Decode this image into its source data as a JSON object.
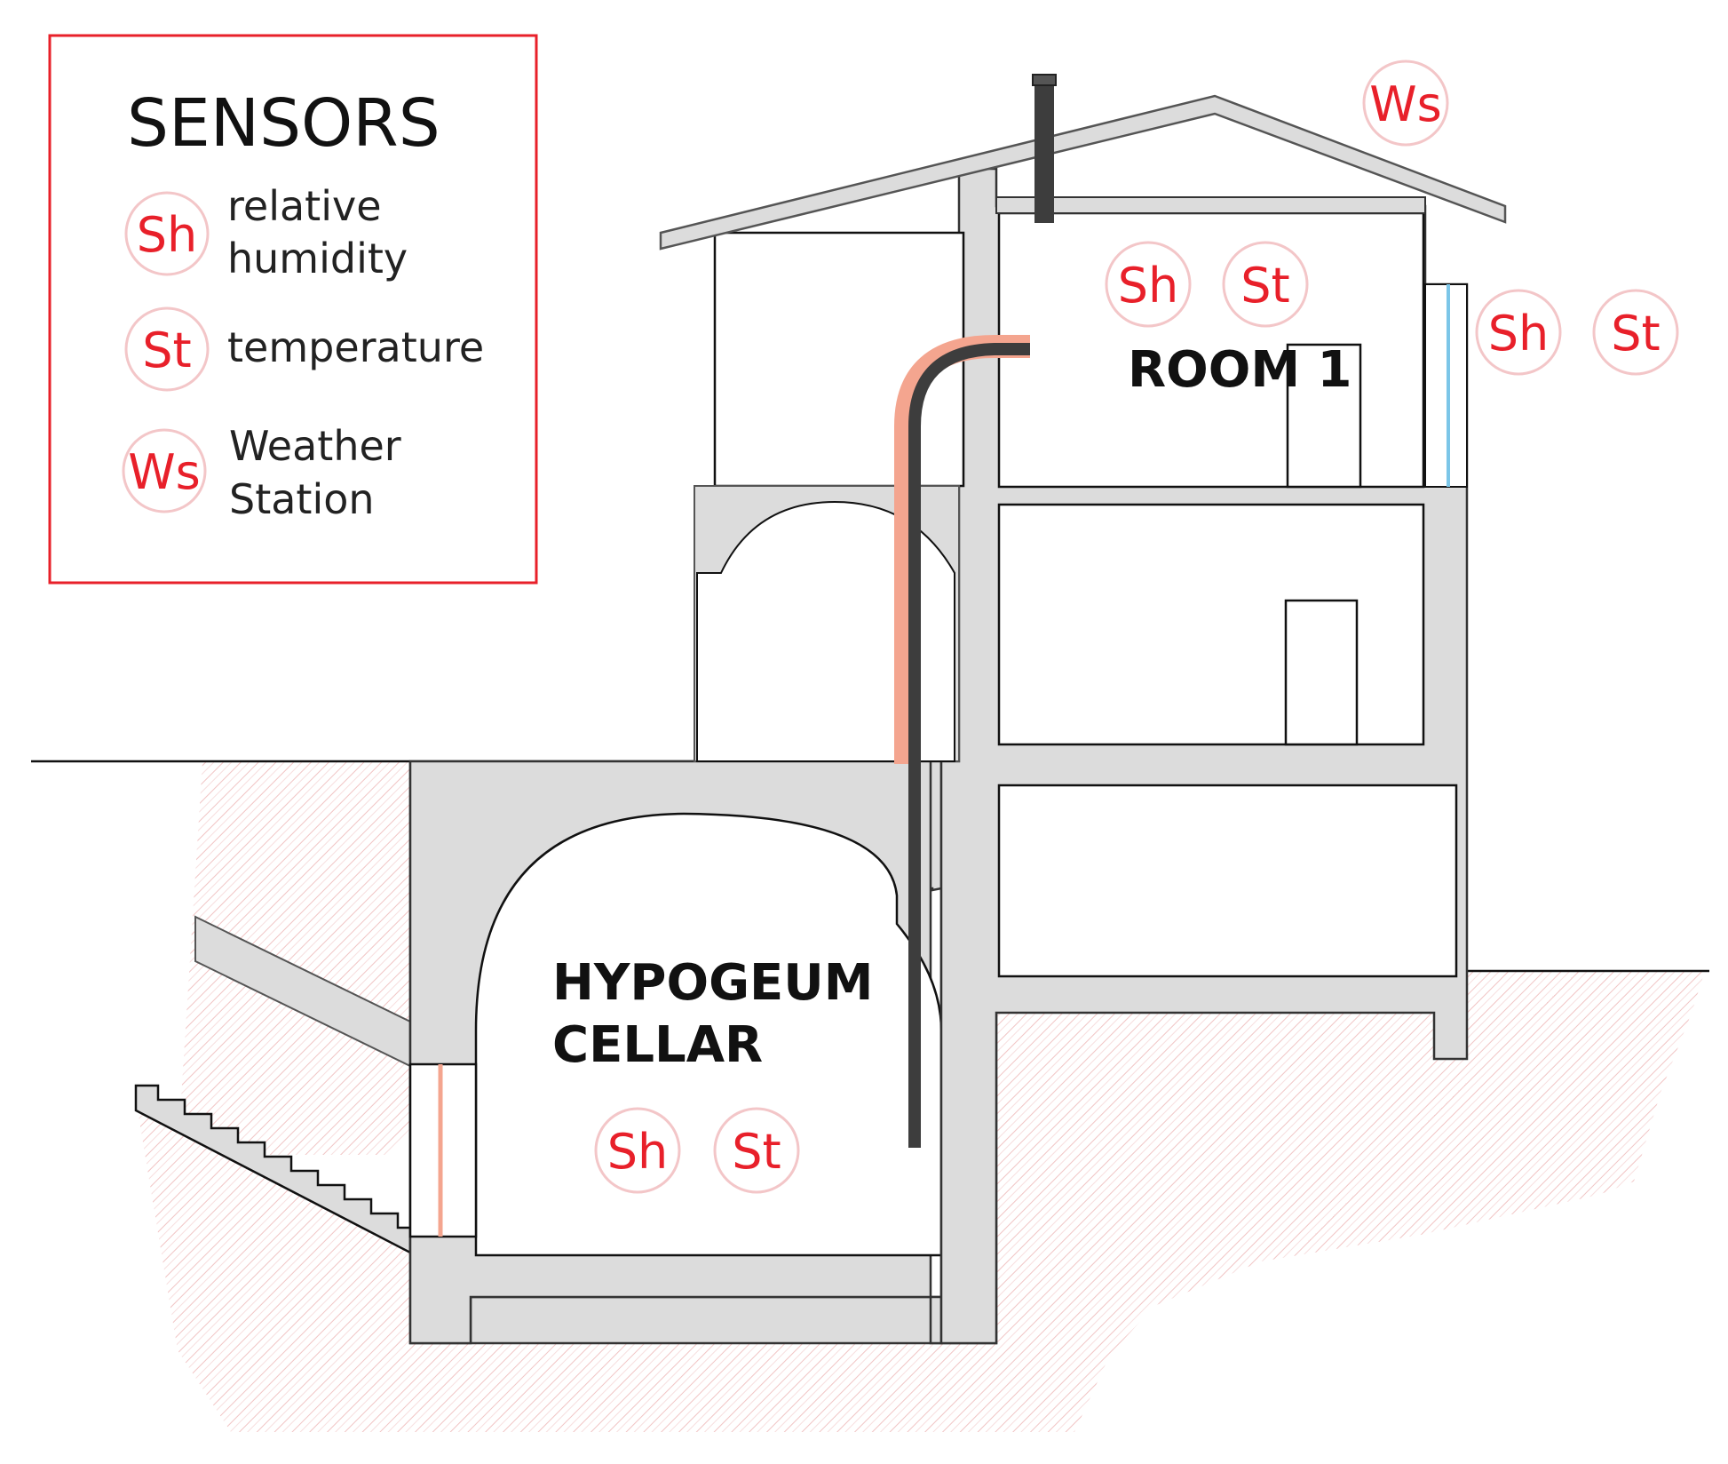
{
  "legend": {
    "title": "SENSORS",
    "items": [
      {
        "code": "Sh",
        "label_line1": "relative",
        "label_line2": "humidity"
      },
      {
        "code": "St",
        "label_line1": "temperature",
        "label_line2": ""
      },
      {
        "code": "Ws",
        "label_line1": "Weather",
        "label_line2": "Station"
      }
    ]
  },
  "rooms": {
    "room1": "ROOM 1",
    "cellar_line1": "HYPOGEUM",
    "cellar_line2": "CELLAR"
  },
  "sensors": {
    "roof_weather": "Ws",
    "room1_humidity": "Sh",
    "room1_temperature": "St",
    "outdoor_humidity": "Sh",
    "outdoor_temperature": "St",
    "cellar_humidity": "Sh",
    "cellar_temperature": "St"
  },
  "colors": {
    "sensor_accent": "#e8202a",
    "sensor_circle": "#f3c6c8",
    "wall": "#dcdcdc",
    "outline": "#111111",
    "chimney": "#3d3d3d",
    "pipe_glow": "#f4a58f",
    "window_glass": "#7cc6e8"
  }
}
